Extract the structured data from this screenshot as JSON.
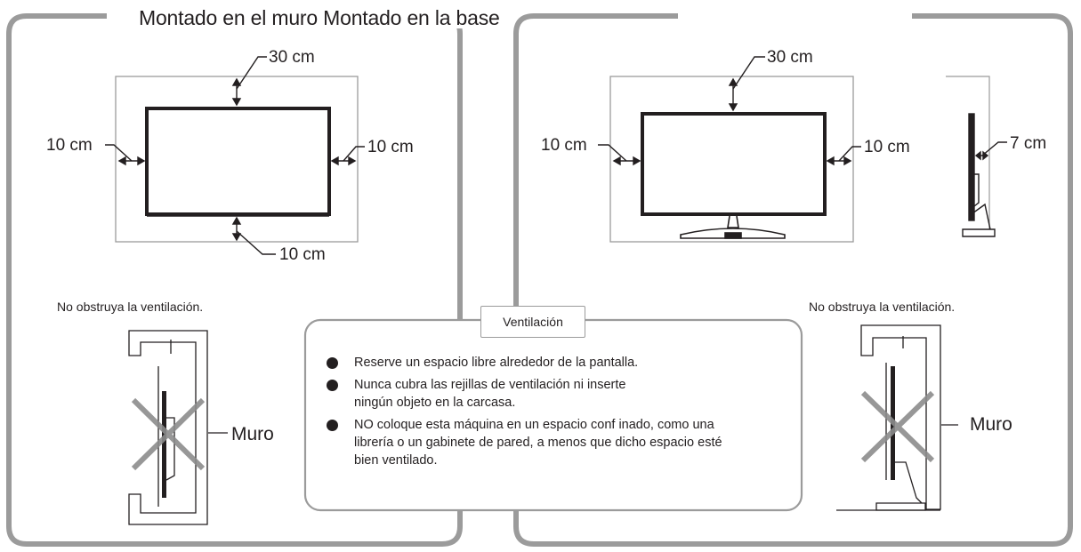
{
  "heading": "Montado en el muro Montado en la base",
  "wall_mount": {
    "top_clearance": "30 cm",
    "left_clearance": "10 cm",
    "right_clearance": "10 cm",
    "bottom_clearance": "10 cm",
    "vent_warning": "No obstruya la ventilación.",
    "wall_label": "Muro"
  },
  "stand_mount": {
    "top_clearance": "30 cm",
    "left_clearance": "10 cm",
    "right_clearance": "10 cm",
    "side_clearance": "7 cm",
    "vent_warning": "No obstruya la ventilación.",
    "wall_label": "Muro"
  },
  "ventilation": {
    "title": "Ventilación",
    "items": [
      "Reserve un espacio libre alrededor de la pantalla.",
      "Nunca cubra las rejillas de ventilación ni inserte ningún objeto en la carcasa.",
      "NO coloque esta máquina en un espacio conf inado, como una librería o un gabinete de pared, a menos que dicho espacio esté bien ventilado."
    ]
  },
  "colors": {
    "panel_border": "#9b9b9b",
    "cross": "#8c8c8c",
    "ink": "#231f20"
  }
}
